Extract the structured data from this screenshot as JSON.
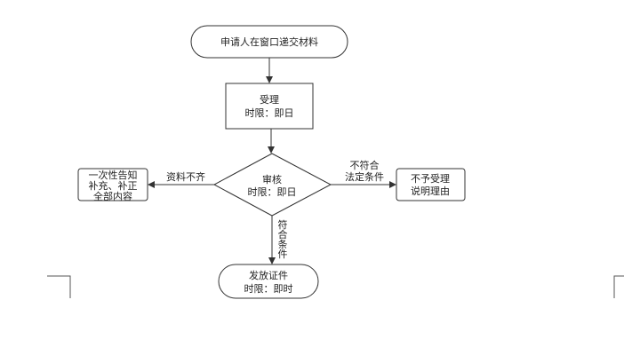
{
  "flowchart": {
    "start": {
      "text": "申请人在窗口递交材料"
    },
    "accept": {
      "lines": [
        "受理",
        "时限：即日"
      ]
    },
    "review": {
      "lines": [
        "审核",
        "时限：即日"
      ]
    },
    "supplement": {
      "lines": [
        "一次性告知",
        "补充、补正",
        "全部内容"
      ]
    },
    "reject": {
      "lines": [
        "不予受理",
        "说明理由"
      ]
    },
    "issue": {
      "lines": [
        "发放证件",
        "时限：即时"
      ]
    }
  },
  "edges": {
    "incomplete": {
      "text": "资料不齐"
    },
    "not_conform": {
      "lines": [
        "不符合",
        "法定条件"
      ]
    },
    "conform": {
      "chars": [
        "符",
        "合",
        "条",
        "件"
      ]
    }
  }
}
